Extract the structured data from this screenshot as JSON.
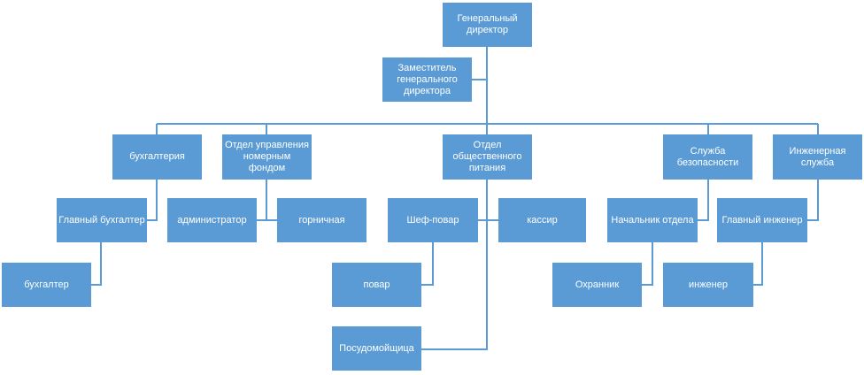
{
  "org_chart": {
    "nodes": {
      "gen_director": "Генеральный\nдиректор",
      "deputy_director": "Заместитель\nгенерального\nдиректора",
      "accounting": "бухгалтерия",
      "room_fund_dept": "Отдел управления\nномерным\nфондом",
      "catering_dept": "Отдел\nобщественного\nпитания",
      "security_service": "Служба\nбезопасности",
      "engineering_service": "Инженерная\nслужба",
      "chief_accountant": "Главный бухгалтер",
      "accountant": "бухгалтер",
      "administrator": "администратор",
      "maid": "горничная",
      "chef": "Шеф-повар",
      "cashier": "кассир",
      "cook": "повар",
      "dishwasher": "Посудомойщица",
      "security_head": "Начальник отдела",
      "guard": "Охранник",
      "chief_engineer": "Главный инженер",
      "engineer": "инженер"
    }
  }
}
